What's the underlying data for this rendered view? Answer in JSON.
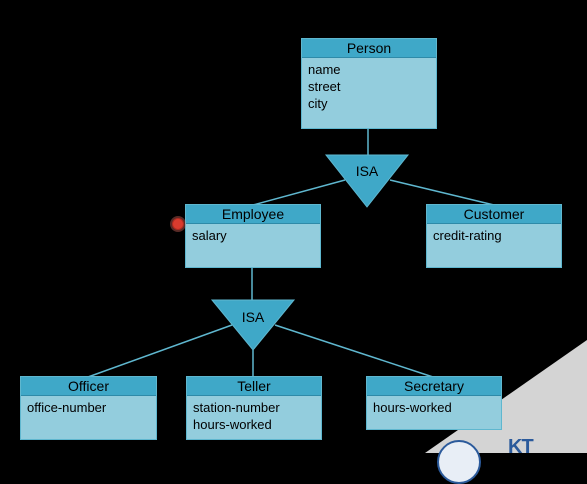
{
  "diagram": {
    "entities": {
      "person": {
        "title": "Person",
        "attrs": [
          "name",
          "street",
          "city"
        ]
      },
      "employee": {
        "title": "Employee",
        "attrs": [
          "salary"
        ]
      },
      "customer": {
        "title": "Customer",
        "attrs": [
          "credit-rating"
        ]
      },
      "officer": {
        "title": "Officer",
        "attrs": [
          "office-number"
        ]
      },
      "teller": {
        "title": "Teller",
        "attrs": [
          "station-number",
          "hours-worked"
        ]
      },
      "secretary": {
        "title": "Secretary",
        "attrs": [
          "hours-worked"
        ]
      }
    },
    "isa_top": "ISA",
    "isa_bottom": "ISA"
  },
  "colors": {
    "background": "#000000",
    "entity_header": "#3fa8c8",
    "entity_body": "#93cddd",
    "isa_triangle": "#3fa8c8",
    "connector": "#5fb7cf"
  },
  "logos": {
    "brand_text": "KT"
  }
}
